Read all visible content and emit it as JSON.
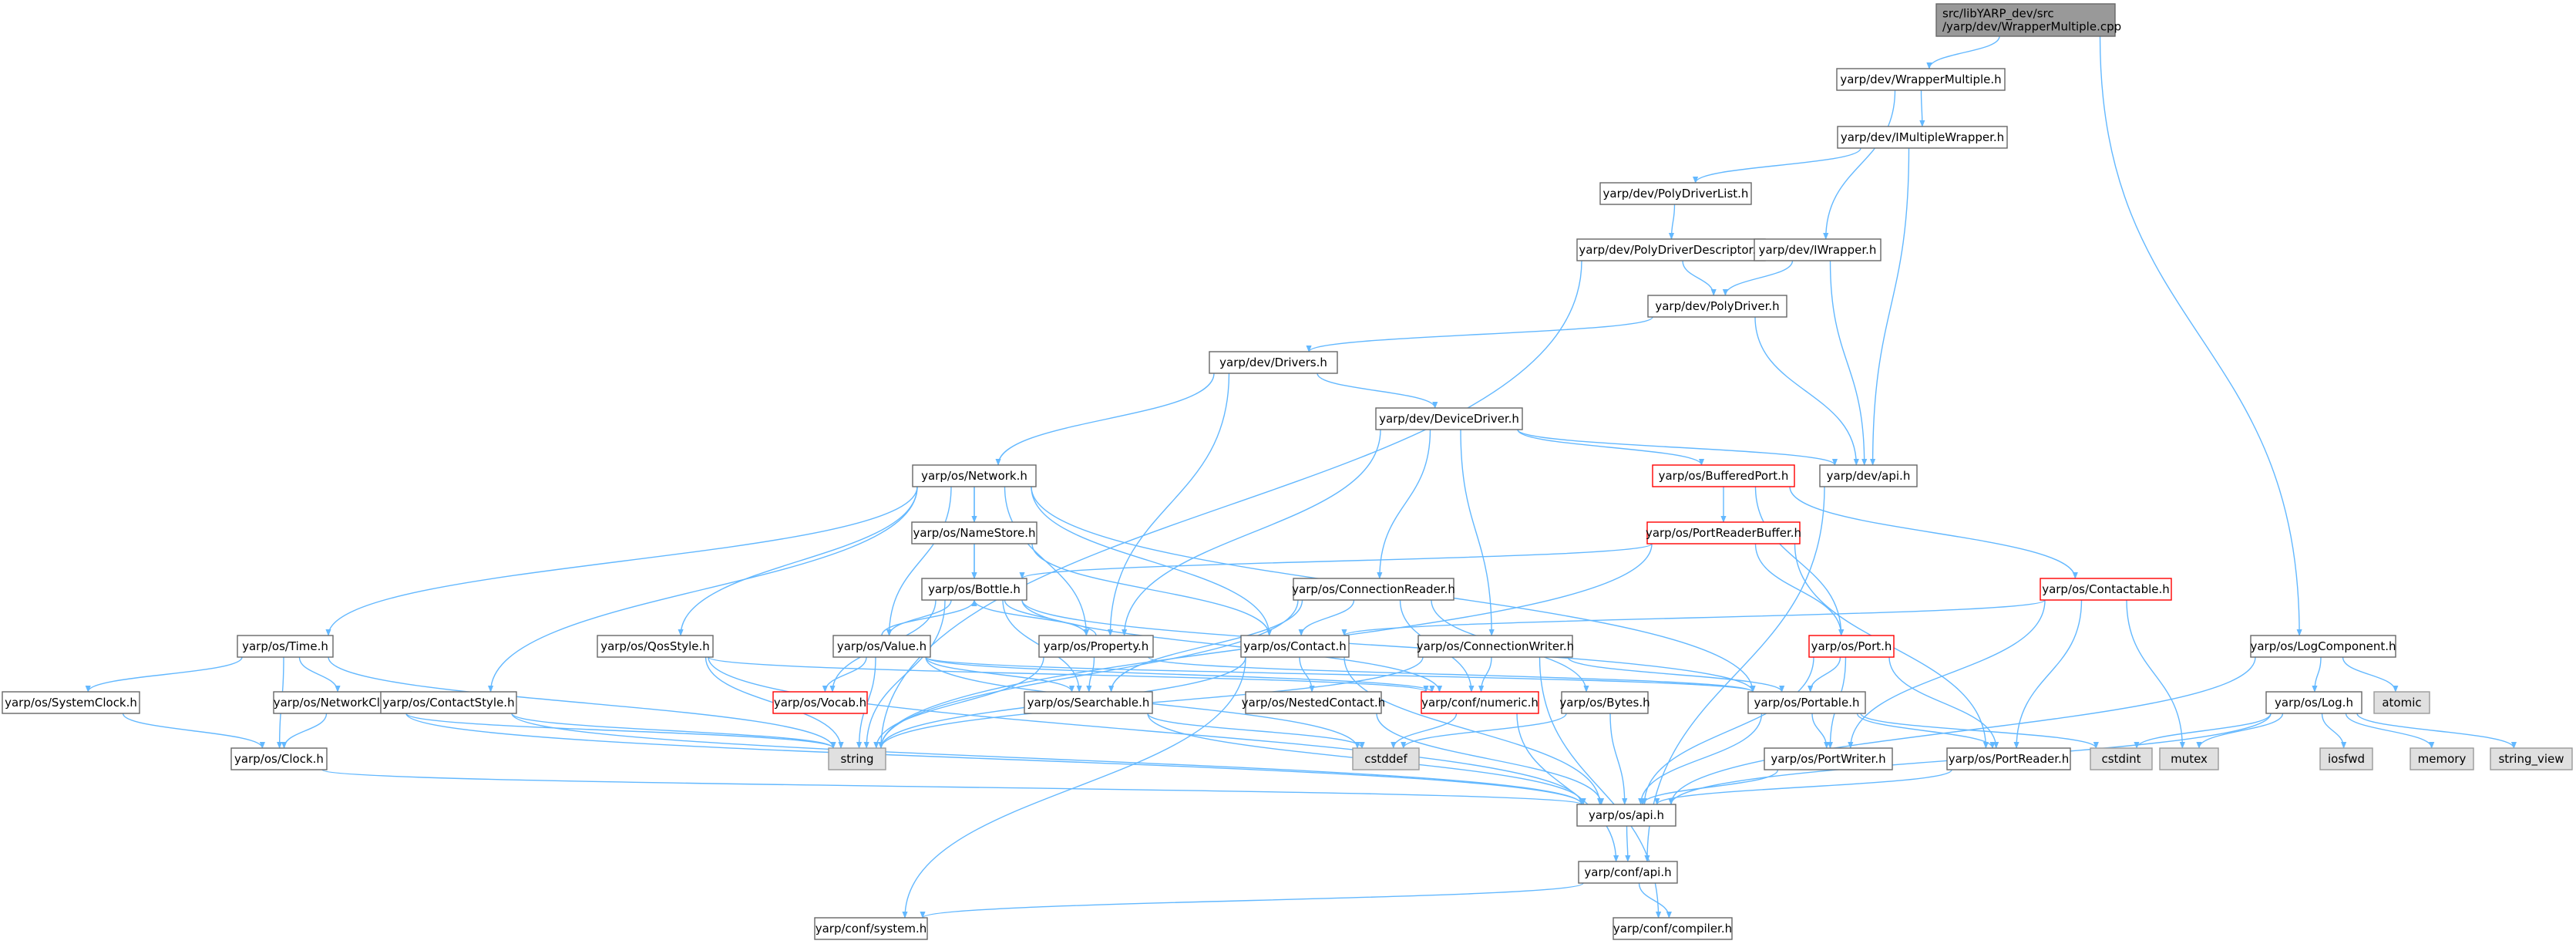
{
  "colors": {
    "edge": "#63b8ff",
    "node_fill": "#ffffff",
    "node_border": "#666666",
    "highlight_fill": "#999999",
    "highlight_border": "#666666",
    "truncated_border": "#ff0000",
    "external_fill": "#e0e0e0",
    "external_border": "#999999",
    "text": "#000000"
  },
  "nodes": [
    {
      "id": "root",
      "lines": [
        "src/libYARP_dev/src",
        "/yarp/dev/WrapperMultiple.cpp"
      ],
      "kind": "root"
    },
    {
      "id": "wm",
      "lines": [
        "yarp/dev/WrapperMultiple.h"
      ],
      "kind": "normal"
    },
    {
      "id": "imw",
      "lines": [
        "yarp/dev/IMultipleWrapper.h"
      ],
      "kind": "normal"
    },
    {
      "id": "pdl",
      "lines": [
        "yarp/dev/PolyDriverList.h"
      ],
      "kind": "normal"
    },
    {
      "id": "pdd",
      "lines": [
        "yarp/dev/PolyDriverDescriptor.h"
      ],
      "kind": "normal"
    },
    {
      "id": "iw",
      "lines": [
        "yarp/dev/IWrapper.h"
      ],
      "kind": "normal"
    },
    {
      "id": "pd",
      "lines": [
        "yarp/dev/PolyDriver.h"
      ],
      "kind": "normal"
    },
    {
      "id": "drv",
      "lines": [
        "yarp/dev/Drivers.h"
      ],
      "kind": "normal"
    },
    {
      "id": "dd",
      "lines": [
        "yarp/dev/DeviceDriver.h"
      ],
      "kind": "normal"
    },
    {
      "id": "devapi",
      "lines": [
        "yarp/dev/api.h"
      ],
      "kind": "normal"
    },
    {
      "id": "bp",
      "lines": [
        "yarp/os/BufferedPort.h"
      ],
      "kind": "truncated"
    },
    {
      "id": "net",
      "lines": [
        "yarp/os/Network.h"
      ],
      "kind": "normal"
    },
    {
      "id": "ns",
      "lines": [
        "yarp/os/NameStore.h"
      ],
      "kind": "normal"
    },
    {
      "id": "prb",
      "lines": [
        "yarp/os/PortReaderBuffer.h"
      ],
      "kind": "truncated"
    },
    {
      "id": "bottle",
      "lines": [
        "yarp/os/Bottle.h"
      ],
      "kind": "normal"
    },
    {
      "id": "cr",
      "lines": [
        "yarp/os/ConnectionReader.h"
      ],
      "kind": "normal"
    },
    {
      "id": "ctb",
      "lines": [
        "yarp/os/Contactable.h"
      ],
      "kind": "truncated"
    },
    {
      "id": "time",
      "lines": [
        "yarp/os/Time.h"
      ],
      "kind": "normal"
    },
    {
      "id": "qos",
      "lines": [
        "yarp/os/QosStyle.h"
      ],
      "kind": "normal"
    },
    {
      "id": "value",
      "lines": [
        "yarp/os/Value.h"
      ],
      "kind": "normal"
    },
    {
      "id": "prop",
      "lines": [
        "yarp/os/Property.h"
      ],
      "kind": "normal"
    },
    {
      "id": "contact",
      "lines": [
        "yarp/os/Contact.h"
      ],
      "kind": "normal"
    },
    {
      "id": "cw",
      "lines": [
        "yarp/os/ConnectionWriter.h"
      ],
      "kind": "normal"
    },
    {
      "id": "port",
      "lines": [
        "yarp/os/Port.h"
      ],
      "kind": "truncated"
    },
    {
      "id": "logc",
      "lines": [
        "yarp/os/LogComponent.h"
      ],
      "kind": "normal"
    },
    {
      "id": "atomic",
      "lines": [
        "atomic"
      ],
      "kind": "external"
    },
    {
      "id": "sysclk",
      "lines": [
        "yarp/os/SystemClock.h"
      ],
      "kind": "normal"
    },
    {
      "id": "netclk",
      "lines": [
        "yarp/os/NetworkClock.h"
      ],
      "kind": "normal"
    },
    {
      "id": "cstyle",
      "lines": [
        "yarp/os/ContactStyle.h"
      ],
      "kind": "normal"
    },
    {
      "id": "vocab",
      "lines": [
        "yarp/os/Vocab.h"
      ],
      "kind": "truncated"
    },
    {
      "id": "search",
      "lines": [
        "yarp/os/Searchable.h"
      ],
      "kind": "normal"
    },
    {
      "id": "nc",
      "lines": [
        "yarp/os/NestedContact.h"
      ],
      "kind": "normal"
    },
    {
      "id": "numeric",
      "lines": [
        "yarp/conf/numeric.h"
      ],
      "kind": "truncated"
    },
    {
      "id": "bytes",
      "lines": [
        "yarp/os/Bytes.h"
      ],
      "kind": "normal"
    },
    {
      "id": "portable",
      "lines": [
        "yarp/os/Portable.h"
      ],
      "kind": "normal"
    },
    {
      "id": "log",
      "lines": [
        "yarp/os/Log.h"
      ],
      "kind": "normal"
    },
    {
      "id": "clock",
      "lines": [
        "yarp/os/Clock.h"
      ],
      "kind": "normal"
    },
    {
      "id": "string",
      "lines": [
        "string"
      ],
      "kind": "external"
    },
    {
      "id": "cstddef",
      "lines": [
        "cstddef"
      ],
      "kind": "external"
    },
    {
      "id": "pw",
      "lines": [
        "yarp/os/PortWriter.h"
      ],
      "kind": "normal"
    },
    {
      "id": "pr",
      "lines": [
        "yarp/os/PortReader.h"
      ],
      "kind": "normal"
    },
    {
      "id": "cstdint",
      "lines": [
        "cstdint"
      ],
      "kind": "external"
    },
    {
      "id": "mutex",
      "lines": [
        "mutex"
      ],
      "kind": "external"
    },
    {
      "id": "iosfwd",
      "lines": [
        "iosfwd"
      ],
      "kind": "external"
    },
    {
      "id": "memory",
      "lines": [
        "memory"
      ],
      "kind": "external"
    },
    {
      "id": "sview",
      "lines": [
        "string_view"
      ],
      "kind": "external"
    },
    {
      "id": "osapi",
      "lines": [
        "yarp/os/api.h"
      ],
      "kind": "normal"
    },
    {
      "id": "confapi",
      "lines": [
        "yarp/conf/api.h"
      ],
      "kind": "normal"
    },
    {
      "id": "system",
      "lines": [
        "yarp/conf/system.h"
      ],
      "kind": "normal"
    },
    {
      "id": "compiler",
      "lines": [
        "yarp/conf/compiler.h"
      ],
      "kind": "normal"
    }
  ],
  "edges": [
    [
      "root",
      "wm"
    ],
    [
      "root",
      "logc"
    ],
    [
      "wm",
      "imw"
    ],
    [
      "wm",
      "iw"
    ],
    [
      "imw",
      "pdl"
    ],
    [
      "imw",
      "devapi"
    ],
    [
      "pdl",
      "pdd"
    ],
    [
      "pdd",
      "pd"
    ],
    [
      "pdd",
      "string"
    ],
    [
      "iw",
      "pd"
    ],
    [
      "iw",
      "devapi"
    ],
    [
      "pd",
      "drv"
    ],
    [
      "pd",
      "devapi"
    ],
    [
      "drv",
      "net"
    ],
    [
      "drv",
      "dd"
    ],
    [
      "drv",
      "prop"
    ],
    [
      "dd",
      "devapi"
    ],
    [
      "dd",
      "bp"
    ],
    [
      "dd",
      "cr"
    ],
    [
      "dd",
      "cw"
    ],
    [
      "dd",
      "prop"
    ],
    [
      "devapi",
      "confapi"
    ],
    [
      "bp",
      "prb"
    ],
    [
      "bp",
      "ctb"
    ],
    [
      "bp",
      "port"
    ],
    [
      "net",
      "time"
    ],
    [
      "net",
      "ns"
    ],
    [
      "net",
      "bottle"
    ],
    [
      "net",
      "value"
    ],
    [
      "net",
      "prop"
    ],
    [
      "net",
      "contact"
    ],
    [
      "net",
      "qos"
    ],
    [
      "net",
      "cstyle"
    ],
    [
      "net",
      "portable"
    ],
    [
      "ns",
      "bottle"
    ],
    [
      "ns",
      "contact"
    ],
    [
      "prb",
      "bottle"
    ],
    [
      "prb",
      "port"
    ],
    [
      "prb",
      "pr"
    ],
    [
      "prb",
      "string"
    ],
    [
      "bottle",
      "value"
    ],
    [
      "bottle",
      "prop"
    ],
    [
      "bottle",
      "search"
    ],
    [
      "bottle",
      "vocab"
    ],
    [
      "bottle",
      "portable"
    ],
    [
      "bottle",
      "numeric"
    ],
    [
      "bottle",
      "string"
    ],
    [
      "value",
      "bottle"
    ],
    [
      "value",
      "vocab"
    ],
    [
      "value",
      "search"
    ],
    [
      "value",
      "portable"
    ],
    [
      "value",
      "numeric"
    ],
    [
      "value",
      "string"
    ],
    [
      "value",
      "cstddef"
    ],
    [
      "prop",
      "bottle"
    ],
    [
      "prop",
      "search"
    ],
    [
      "prop",
      "portable"
    ],
    [
      "prop",
      "string"
    ],
    [
      "cr",
      "contact"
    ],
    [
      "cr",
      "bytes"
    ],
    [
      "cr",
      "search"
    ],
    [
      "cr",
      "numeric"
    ],
    [
      "cr",
      "string"
    ],
    [
      "ctb",
      "contact"
    ],
    [
      "ctb",
      "pw"
    ],
    [
      "ctb",
      "pr"
    ],
    [
      "ctb",
      "mutex"
    ],
    [
      "time",
      "sysclk"
    ],
    [
      "time",
      "netclk"
    ],
    [
      "time",
      "clock"
    ],
    [
      "time",
      "string"
    ],
    [
      "qos",
      "numeric"
    ],
    [
      "qos",
      "string"
    ],
    [
      "qos",
      "osapi"
    ],
    [
      "contact",
      "nc"
    ],
    [
      "contact",
      "string"
    ],
    [
      "contact",
      "system"
    ],
    [
      "contact",
      "osapi"
    ],
    [
      "cw",
      "numeric"
    ],
    [
      "cw",
      "portable"
    ],
    [
      "cw",
      "string"
    ],
    [
      "cw",
      "compiler"
    ],
    [
      "port",
      "portable"
    ],
    [
      "port",
      "pw"
    ],
    [
      "port",
      "pr"
    ],
    [
      "port",
      "osapi"
    ],
    [
      "logc",
      "log"
    ],
    [
      "logc",
      "atomic"
    ],
    [
      "logc",
      "osapi"
    ],
    [
      "sysclk",
      "clock"
    ],
    [
      "netclk",
      "clock"
    ],
    [
      "netclk",
      "string"
    ],
    [
      "netclk",
      "osapi"
    ],
    [
      "cstyle",
      "string"
    ],
    [
      "cstyle",
      "osapi"
    ],
    [
      "search",
      "cstddef"
    ],
    [
      "search",
      "osapi"
    ],
    [
      "nc",
      "osapi"
    ],
    [
      "numeric",
      "cstddef"
    ],
    [
      "numeric",
      "confapi"
    ],
    [
      "bytes",
      "cstddef"
    ],
    [
      "bytes",
      "osapi"
    ],
    [
      "portable",
      "pw"
    ],
    [
      "portable",
      "pr"
    ],
    [
      "portable",
      "osapi"
    ],
    [
      "portable",
      "cstdint"
    ],
    [
      "log",
      "cstdint"
    ],
    [
      "log",
      "mutex"
    ],
    [
      "log",
      "iosfwd"
    ],
    [
      "log",
      "memory"
    ],
    [
      "log",
      "sview"
    ],
    [
      "log",
      "osapi"
    ],
    [
      "clock",
      "osapi"
    ],
    [
      "pw",
      "osapi"
    ],
    [
      "pr",
      "osapi"
    ],
    [
      "osapi",
      "confapi"
    ],
    [
      "confapi",
      "system"
    ],
    [
      "confapi",
      "compiler"
    ]
  ]
}
